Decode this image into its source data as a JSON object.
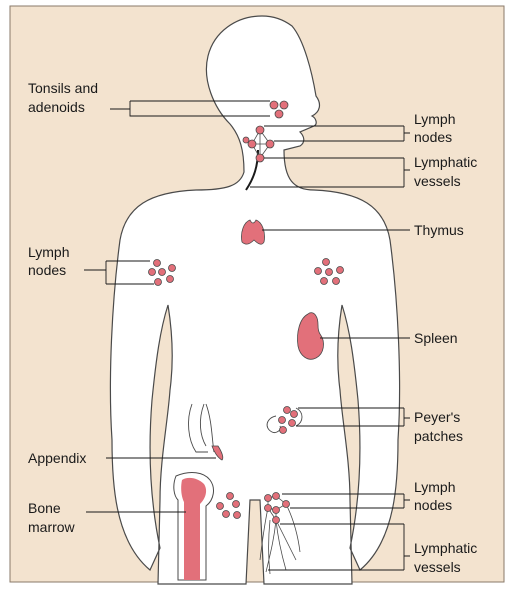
{
  "colors": {
    "background": "#f3e3cf",
    "body_fill": "#ffffff",
    "outline": "#4a4a4a",
    "organ": "#e2707a",
    "leader": "#1a1a1a"
  },
  "labels": {
    "tonsils": [
      "Tonsils and",
      "adenoids"
    ],
    "lymph_nodes_neck": [
      "Lymph",
      "nodes"
    ],
    "lymphatic_vessels_neck": [
      "Lymphatic",
      "vessels"
    ],
    "thymus": "Thymus",
    "lymph_nodes_arm": [
      "Lymph",
      "nodes"
    ],
    "spleen": "Spleen",
    "peyers_patches": [
      "Peyer's",
      "patches"
    ],
    "appendix": "Appendix",
    "bone_marrow": [
      "Bone",
      "marrow"
    ],
    "lymph_nodes_groin": [
      "Lymph",
      "nodes"
    ],
    "lymphatic_vessels_leg": [
      "Lymphatic",
      "vessels"
    ]
  }
}
